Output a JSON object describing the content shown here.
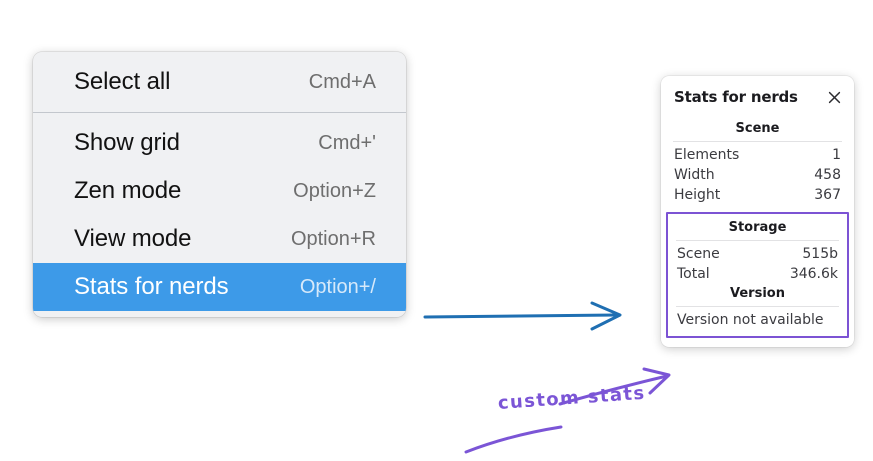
{
  "context_menu": {
    "groups": [
      {
        "items": [
          {
            "label": "Select all",
            "shortcut": "Cmd+A",
            "selected": false
          }
        ]
      },
      {
        "items": [
          {
            "label": "Show grid",
            "shortcut": "Cmd+'",
            "selected": false
          },
          {
            "label": "Zen mode",
            "shortcut": "Option+Z",
            "selected": false
          },
          {
            "label": "View mode",
            "shortcut": "Option+R",
            "selected": false
          },
          {
            "label": "Stats for nerds",
            "shortcut": "Option+/",
            "selected": true
          }
        ]
      }
    ]
  },
  "stats_panel": {
    "title": "Stats for nerds",
    "close_icon": "close-icon",
    "scene": {
      "heading": "Scene",
      "rows": [
        {
          "key": "Elements",
          "value": "1"
        },
        {
          "key": "Width",
          "value": "458"
        },
        {
          "key": "Height",
          "value": "367"
        }
      ]
    },
    "storage": {
      "heading": "Storage",
      "rows": [
        {
          "key": "Scene",
          "value": "515b"
        },
        {
          "key": "Total",
          "value": "346.6k"
        }
      ]
    },
    "version": {
      "heading": "Version",
      "text": "Version not available"
    }
  },
  "annotations": {
    "handwritten_label": "custom stats",
    "arrow_color": "#1f6fb2",
    "highlight_color": "#7c53d4"
  },
  "colors": {
    "menu_background": "#f0f1f3",
    "menu_selected": "#3d9ae8",
    "menu_label": "#121212",
    "menu_shortcut": "#6e6e6e",
    "panel_background": "#ffffff",
    "panel_text": "#3b3b40",
    "purple": "#7c53d4",
    "blue_arrow": "#1f6fb2"
  }
}
